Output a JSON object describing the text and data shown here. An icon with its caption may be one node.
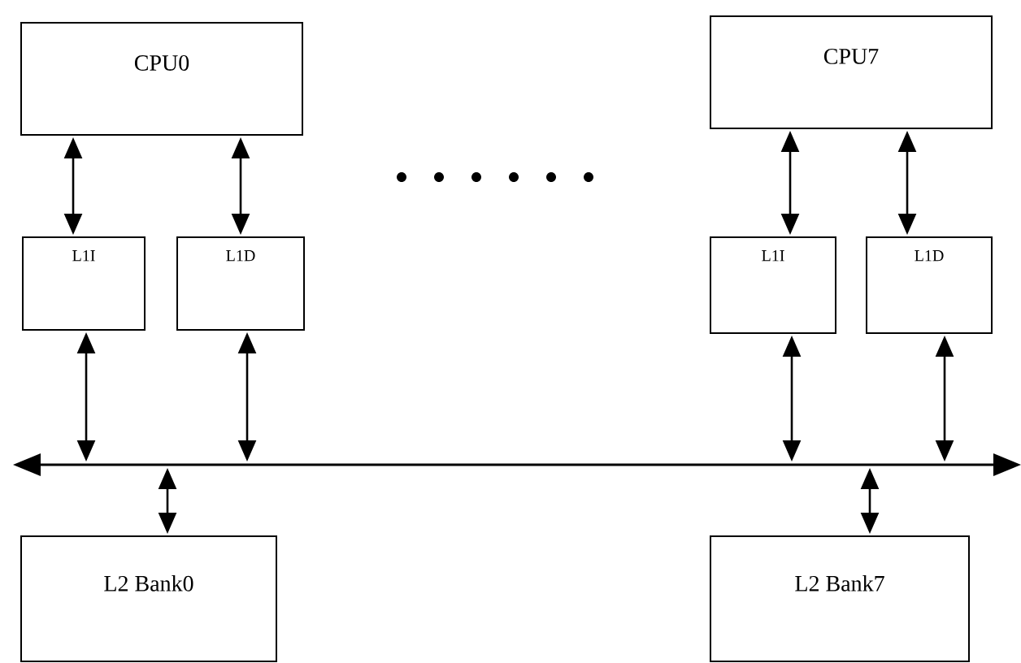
{
  "diagram": {
    "nodes": [
      {
        "text": [
          "CPU0"
        ]
      },
      {
        "text": [
          "L1I"
        ]
      },
      {
        "text": [
          "L1D"
        ]
      },
      {
        "text": [
          "CPU7"
        ]
      },
      {
        "text": [
          "L1I"
        ]
      },
      {
        "text": [
          "L1D"
        ]
      },
      {
        "text": [],
        "shape": "bar"
      },
      {
        "text": [
          "L2 Bank0"
        ]
      },
      {
        "text": [
          "L2 Bank7"
        ]
      }
    ],
    "edges": [
      {
        "from": 0,
        "to": 1,
        "arrow": "both"
      },
      {
        "from": 0,
        "to": 2,
        "arrow": "both"
      },
      {
        "from": 3,
        "to": 4,
        "arrow": "both"
      },
      {
        "from": 3,
        "to": 5,
        "arrow": "both"
      },
      {
        "from": 1,
        "to": 6,
        "arrow": "both"
      },
      {
        "from": 2,
        "to": 6,
        "arrow": "both"
      },
      {
        "from": 4,
        "to": 6,
        "arrow": "both"
      },
      {
        "from": 5,
        "to": 6,
        "arrow": "both"
      },
      {
        "from": 6,
        "to": 7,
        "arrow": "both"
      },
      {
        "from": 6,
        "to": 8,
        "arrow": "both"
      }
    ]
  }
}
